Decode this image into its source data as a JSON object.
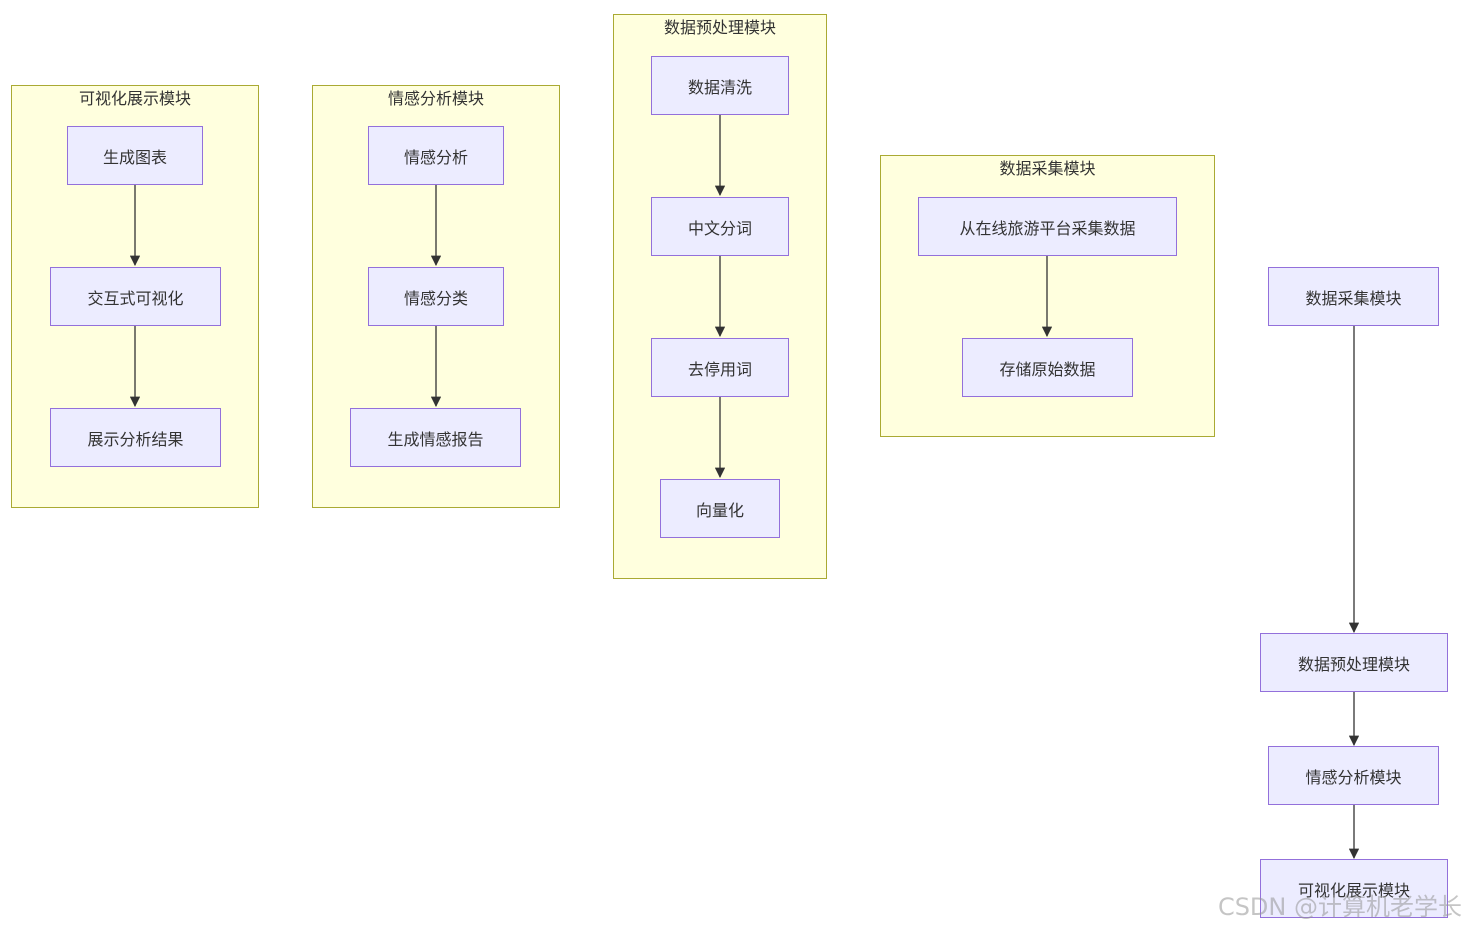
{
  "clusters": {
    "visualization": {
      "title": "可视化展示模块",
      "nodes": [
        "生成图表",
        "交互式可视化",
        "展示分析结果"
      ]
    },
    "sentiment": {
      "title": "情感分析模块",
      "nodes": [
        "情感分析",
        "情感分类",
        "生成情感报告"
      ]
    },
    "preprocessing": {
      "title": "数据预处理模块",
      "nodes": [
        "数据清洗",
        "中文分词",
        "去停用词",
        "向量化"
      ]
    },
    "collection": {
      "title": "数据采集模块",
      "nodes": [
        "从在线旅游平台采集数据",
        "存储原始数据"
      ]
    }
  },
  "main_flow": {
    "nodes": [
      "数据采集模块",
      "数据预处理模块",
      "情感分析模块",
      "可视化展示模块"
    ]
  },
  "watermark": "CSDN @计算机老学长",
  "colors": {
    "cluster_fill": "#ffffde",
    "cluster_border": "#aaaa33",
    "node_fill": "#ececff",
    "node_border": "#9370db",
    "edge": "#333333"
  }
}
